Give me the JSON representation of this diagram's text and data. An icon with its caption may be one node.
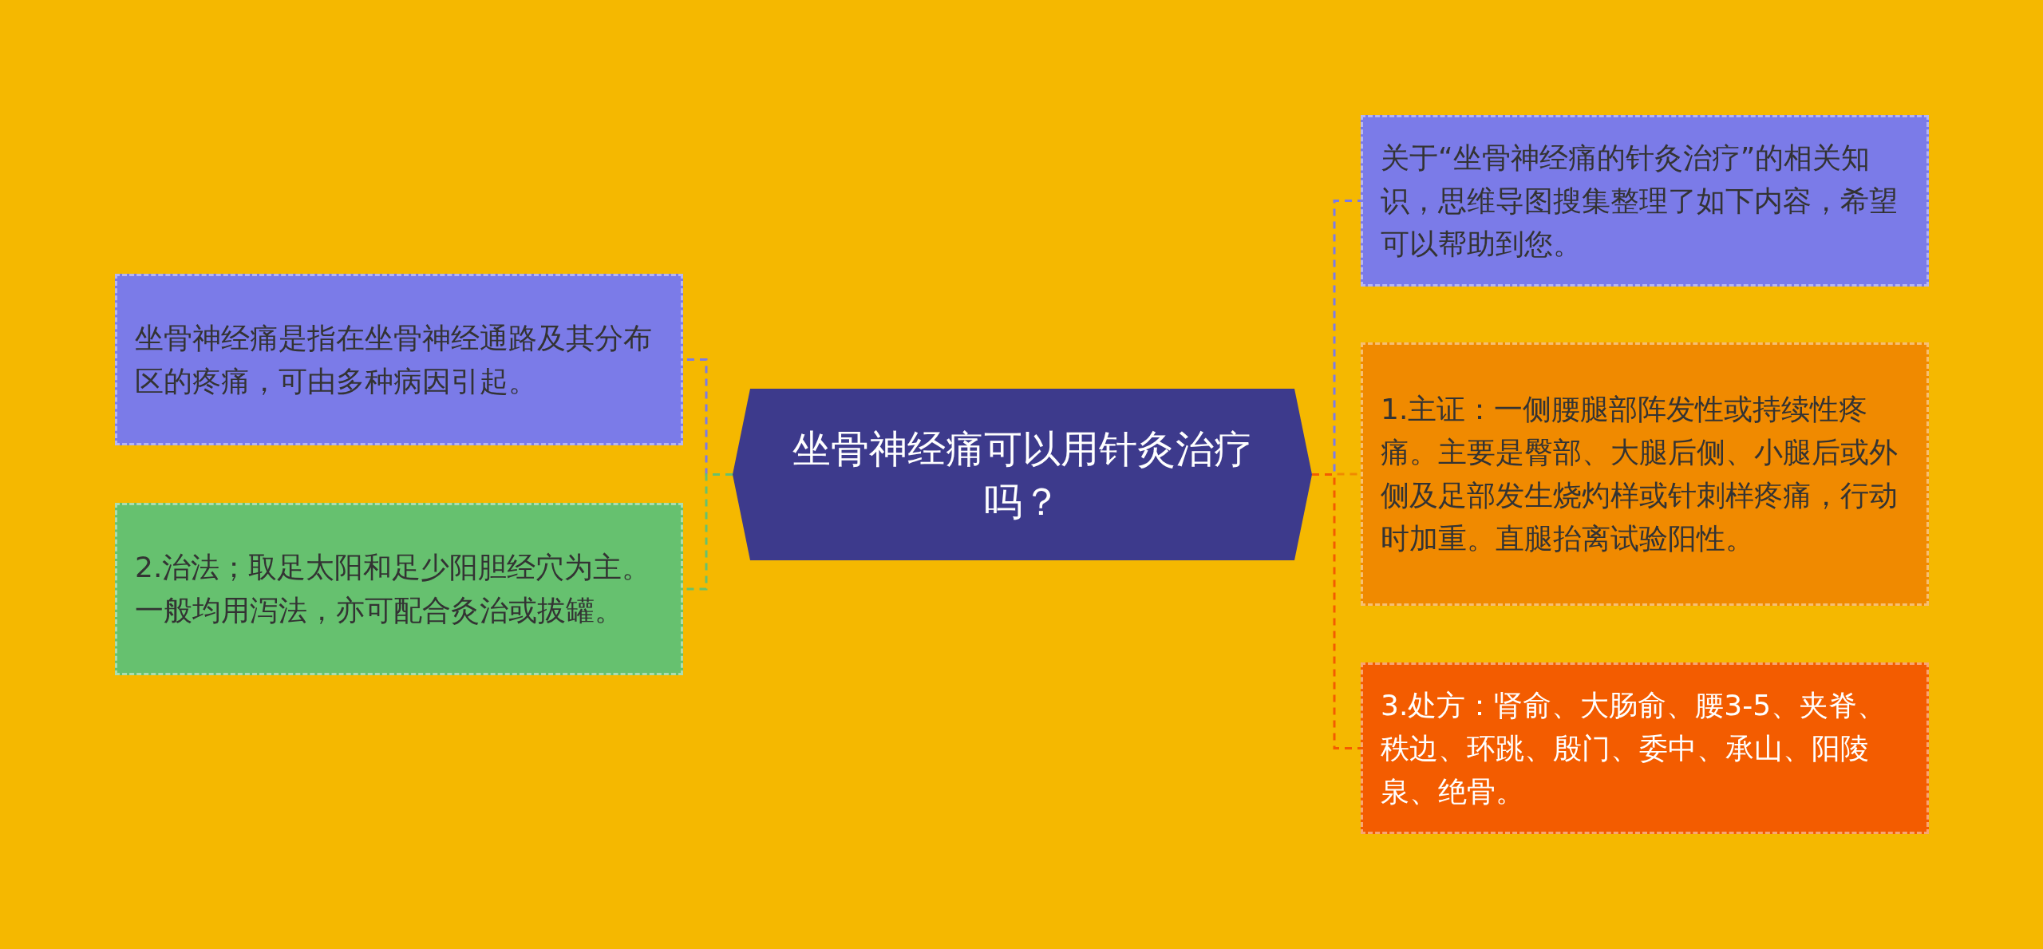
{
  "diagram": {
    "nodes": [
      {
        "text": [
          "坐骨神经痛可以用针灸治疗吗？"
        ]
      },
      {
        "text": [
          "坐骨神经痛是指在坐骨神经通路及其分布区的疼痛，可由多种病因引起。"
        ]
      },
      {
        "text": [
          "2.治法；取足太阳和足少阳胆经穴为主。一般均用泻法，亦可配合灸治或拔罐。"
        ]
      },
      {
        "text": [
          "关于“坐骨神经痛的针灸治疗”的相关知识，思维导图搜集整理了如下内容，希望可以帮助到您。"
        ]
      },
      {
        "text": [
          "1.主证：一侧腰腿部阵发性或持续性疼痛。主要是臀部、大腿后侧、小腿后或外侧及足部发生烧灼样或针刺样疼痛，行动时加重。直腿抬离试验阳性。"
        ]
      },
      {
        "text": [
          "3.处方：肾俞、大肠俞、腰3-5、夹脊、秩边、环跳、殷门、委中、承山、阳陵泉、绝骨。"
        ]
      }
    ],
    "edges": [
      {
        "from": 0,
        "to": 1,
        "arrow": "none",
        "style": "dashed",
        "color": "#7b7be8"
      },
      {
        "from": 0,
        "to": 2,
        "arrow": "none",
        "style": "dashed",
        "color": "#66c16f"
      },
      {
        "from": 0,
        "to": 3,
        "arrow": "none",
        "style": "dashed",
        "color": "#7b7be8"
      },
      {
        "from": 0,
        "to": 4,
        "arrow": "none",
        "style": "dashed",
        "color": "#f08a00"
      },
      {
        "from": 0,
        "to": 5,
        "arrow": "none",
        "style": "dashed",
        "color": "#f35c00"
      }
    ]
  }
}
